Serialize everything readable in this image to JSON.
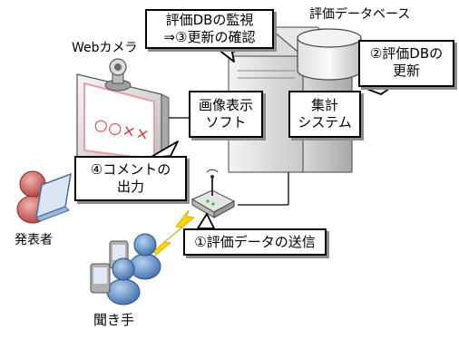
{
  "labels": {
    "camera": "Webカメラ",
    "database": "評価データベース",
    "presenter": "発表者",
    "listeners": "聞き手",
    "screen_text": "○○××"
  },
  "callouts": {
    "monitor": [
      "評価DBの監視",
      "⇒③更新の確認"
    ],
    "update": [
      "②評価DBの",
      "更新"
    ],
    "viewer": [
      "画像表示",
      "ソフト"
    ],
    "aggregate": [
      "集計",
      "システム"
    ],
    "comment": [
      "④コメントの",
      "出力"
    ],
    "send": [
      "①評価データの送信"
    ]
  },
  "colors": {
    "presenter": "#c0504d",
    "listeners": "#4f81bd",
    "wireless": "#ffd700",
    "screen_border": "#e8a0a0",
    "screen_text": "#e03030"
  }
}
